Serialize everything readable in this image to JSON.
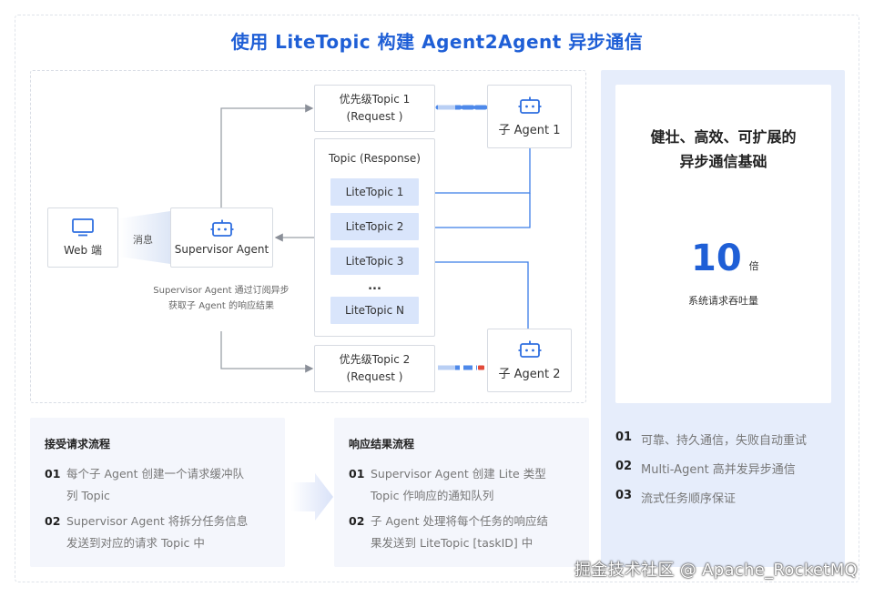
{
  "title": "使用 LiteTopic 构建 Agent2Agent 异步通信",
  "diagram": {
    "web": {
      "label": "Web 端",
      "icon": "monitor-icon"
    },
    "message_label": "消息",
    "supervisor": {
      "label": "Supervisor Agent",
      "icon": "robot-icon"
    },
    "supervisor_note": [
      "Supervisor Agent 通过订阅异步",
      "获取子 Agent 的响应结果"
    ],
    "priority_topic_1": [
      "优先级Topic 1",
      "(Request )"
    ],
    "priority_topic_2": [
      "优先级Topic 2",
      "(Request )"
    ],
    "response_topic": {
      "title": "Topic (Response)",
      "items": [
        "LiteTopic 1",
        "LiteTopic 2",
        "LiteTopic 3",
        "...",
        "LiteTopic N"
      ]
    },
    "agent_1": {
      "label": "子 Agent 1",
      "icon": "robot-icon"
    },
    "agent_2": {
      "label": "子 Agent 2",
      "icon": "robot-icon"
    }
  },
  "accept_flow": {
    "title": "接受请求流程",
    "steps": [
      {
        "num": "01",
        "text_lines": [
          "每个子 Agent 创建一个请求缓冲队",
          "列 Topic"
        ]
      },
      {
        "num": "02",
        "text_lines": [
          "Supervisor Agent 将拆分任务信息",
          "发送到对应的请求 Topic 中"
        ]
      }
    ]
  },
  "response_flow": {
    "title": "响应结果流程",
    "steps": [
      {
        "num": "01",
        "text_lines": [
          "Supervisor Agent 创建 Lite 类型",
          "Topic 作响应的通知队列"
        ]
      },
      {
        "num": "02",
        "text_lines": [
          "子 Agent 处理将每个任务的响应结",
          "果发送到 LiteTopic [taskID] 中"
        ]
      }
    ]
  },
  "side": {
    "headline_lines": [
      "健壮、高效、可扩展的",
      "异步通信基础"
    ],
    "stat_value": "10",
    "stat_unit": "倍",
    "stat_label": "系统请求吞吐量",
    "features": [
      {
        "num": "01",
        "text": "可靠、持久通信，失败自动重试"
      },
      {
        "num": "02",
        "text": "Multi-Agent 高并发异步通信"
      },
      {
        "num": "03",
        "text": "流式任务顺序保证"
      }
    ]
  },
  "watermark": "掘金技术社区 @ Apache_RocketMQ",
  "colors": {
    "accent": "#1f5fd6",
    "topic_fill": "#d9e5fb",
    "panel_bg": "#f4f6fc",
    "side_bg": "#e6edfb"
  }
}
